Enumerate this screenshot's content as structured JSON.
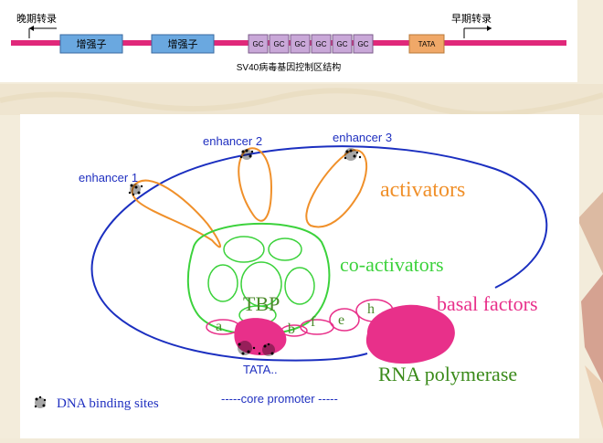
{
  "top_diagram": {
    "late_label": "晚期转录",
    "early_label": "早期转录",
    "enhancers": [
      "增强子",
      "增强子"
    ],
    "gc_boxes": [
      "GC",
      "GC",
      "GC",
      "GC",
      "GC",
      "GC"
    ],
    "tata_box": "TATA",
    "caption": "SV40病毒基因控制区结构"
  },
  "main_diagram": {
    "enhancer_1": "enhancer 1",
    "enhancer_2": "enhancer 2",
    "enhancer_3": "enhancer 3",
    "activators": "activators",
    "co_activators": "co-activators",
    "tbp": "TBP",
    "basal_factors": "basal factors",
    "factor_a": "a",
    "factor_b": "b",
    "factor_f": "f",
    "factor_e": "e",
    "factor_h": "h",
    "tata": "TATA..",
    "rna_polymerase": "RNA polymerase",
    "core_promoter": "-----core promoter -----",
    "legend_label": "DNA binding sites"
  },
  "colors": {
    "dna_strand": "#e0287a",
    "enhancer_box": "#6aa8e0",
    "gc_box": "#c9a8d8",
    "tata_box": "#f0a868",
    "loop_line": "#1b2fc0",
    "activator": "#f0902a",
    "co_activator": "#3cd23c",
    "basal": "#e8308a",
    "tbp_text": "#4a8a2a",
    "rna_pol_text": "#3a8a1a",
    "label_blue": "#2030c0"
  }
}
